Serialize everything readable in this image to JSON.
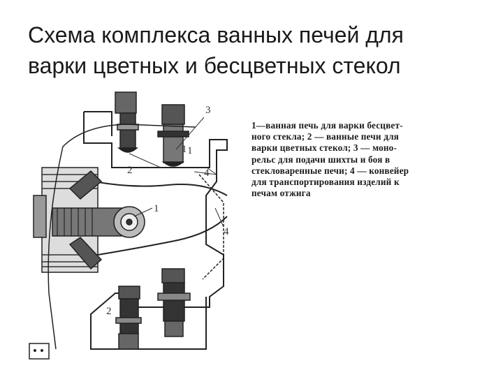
{
  "title": {
    "line1": "Схема комплекса ванных печей для",
    "line2": "варки цветных и бесцветных стекол"
  },
  "caption": {
    "lines": [
      "1—ванная печь для варки бесцвет-",
      "ного стекла; 2 — ванные печи для",
      "варки цветных стекол; 3 — моно-",
      "рельс для подачи шихты и боя в",
      "стекловаренные печи; 4 — конвейер",
      "для транспортирования изделий к",
      "печам отжига"
    ]
  },
  "labels": {
    "n1_main": "1",
    "n1_top": "1",
    "n1_right": "1",
    "n2_top": "2",
    "n2_bottom": "2",
    "n3": "3",
    "n4_upper": "4",
    "n4_lower": "4"
  }
}
